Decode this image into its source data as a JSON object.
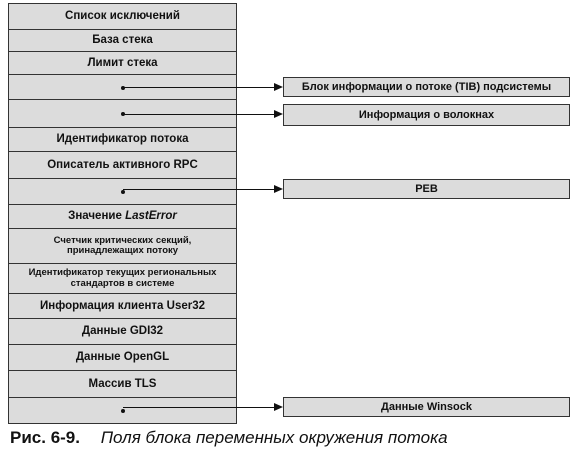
{
  "fields": [
    {
      "label": "Список исключений"
    },
    {
      "label": "База стека"
    },
    {
      "label": "Лимит стека"
    },
    {
      "label": ""
    },
    {
      "label": ""
    },
    {
      "label": "Идентификатор потока"
    },
    {
      "label": "Описатель активного RPC"
    },
    {
      "label": ""
    },
    {
      "label_prefix": "Значение ",
      "label_italic": "LastError"
    },
    {
      "label": "Счетчик критических секций, принадлежащих потоку"
    },
    {
      "label": "Идентификатор текущих региональных стандартов в системе"
    },
    {
      "label": "Информация клиента User32"
    },
    {
      "label": "Данные GDI32"
    },
    {
      "label": "Данные OpenGL"
    },
    {
      "label": "Массив TLS"
    },
    {
      "label": ""
    }
  ],
  "pointers": [
    {
      "from_field": 3,
      "target": "Блок информации о потоке (TIB) подсистемы"
    },
    {
      "from_field": 4,
      "target": "Информация о волокнах"
    },
    {
      "from_field": 7,
      "target": "PEB"
    },
    {
      "from_field": 15,
      "target": "Данные Winsock"
    }
  ],
  "caption": {
    "number": "Рис. 6-9.",
    "text": "Поля блока переменных окружения потока"
  }
}
